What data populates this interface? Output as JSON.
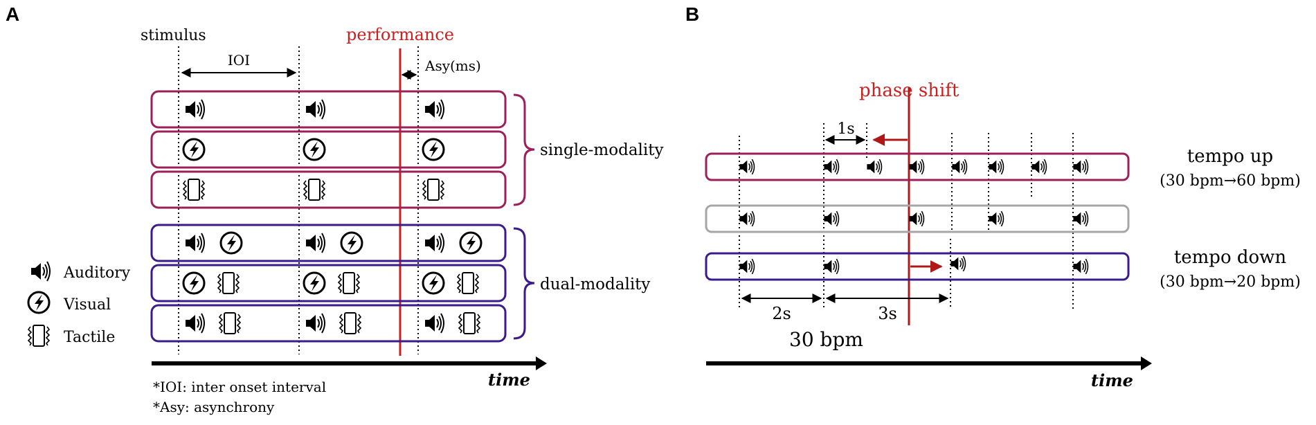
{
  "panel_a": {
    "label": "A",
    "stimulus_label": "stimulus",
    "performance_label": "performance",
    "ioi_label": "IOI",
    "asy_label": "Asy(ms)",
    "single_label": "single-modality",
    "dual_label": "dual-modality",
    "legend": {
      "auditory": "Auditory",
      "visual": "Visual",
      "tactile": "Tactile"
    },
    "time_label": "time",
    "footnote_ioi": "*IOI: inter onset interval",
    "footnote_asy": "*Asy: asynchrony",
    "colors": {
      "single": "#9c1f5a",
      "dual": "#3a1a8c",
      "performance": "#cc1f1f"
    },
    "rows": [
      {
        "group": "single",
        "cells": [
          [
            "speaker-icon"
          ],
          [
            "speaker-icon"
          ],
          [
            "speaker-icon"
          ]
        ]
      },
      {
        "group": "single",
        "cells": [
          [
            "flash-icon"
          ],
          [
            "flash-icon"
          ],
          [
            "flash-icon"
          ]
        ]
      },
      {
        "group": "single",
        "cells": [
          [
            "vibration-icon"
          ],
          [
            "vibration-icon"
          ],
          [
            "vibration-icon"
          ]
        ]
      },
      {
        "group": "dual",
        "cells": [
          [
            "speaker-icon",
            "flash-icon"
          ],
          [
            "speaker-icon",
            "flash-icon"
          ],
          [
            "speaker-icon",
            "flash-icon"
          ]
        ]
      },
      {
        "group": "dual",
        "cells": [
          [
            "flash-icon",
            "vibration-icon"
          ],
          [
            "flash-icon",
            "vibration-icon"
          ],
          [
            "flash-icon",
            "vibration-icon"
          ]
        ]
      },
      {
        "group": "dual",
        "cells": [
          [
            "speaker-icon",
            "vibration-icon"
          ],
          [
            "speaker-icon",
            "vibration-icon"
          ],
          [
            "speaker-icon",
            "vibration-icon"
          ]
        ]
      }
    ]
  },
  "panel_b": {
    "label": "B",
    "phase_shift_label": "phase shift",
    "one_s_label": "1s",
    "tempo_up_label": "tempo up",
    "tempo_up_detail": "(30 bpm→60 bpm)",
    "tempo_down_label": "tempo down",
    "tempo_down_detail": "(30 bpm→20 bpm)",
    "two_s_label": "2s",
    "three_s_label": "3s",
    "bpm_label": "30 bpm",
    "time_label": "time",
    "colors": {
      "up": "#9c1f5a",
      "constant": "#a6a6a6",
      "down": "#3a1a8c",
      "phase": "#b01818"
    }
  }
}
